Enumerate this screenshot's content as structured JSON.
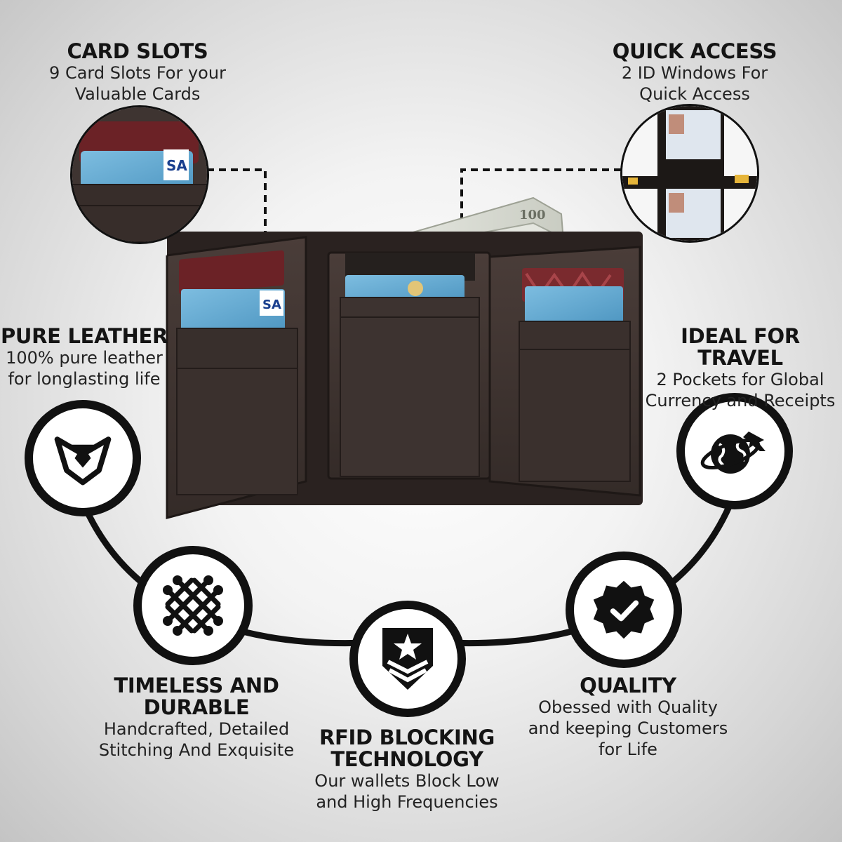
{
  "features": {
    "card_slots": {
      "title": "CARD SLOTS",
      "line1": "9 Card Slots For your",
      "line2": "Valuable Cards"
    },
    "quick_access": {
      "title": "QUICK ACCESS",
      "line1": "2 ID Windows For",
      "line2": "Quick Access"
    },
    "pure_leather": {
      "title": "PURE LEATHER",
      "line1": "100% pure leather",
      "line2": "for longlasting life"
    },
    "ideal_travel": {
      "title": "IDEAL FOR TRAVEL",
      "line1": "2 Pockets for Global",
      "line2": "Currency and Receipts"
    },
    "timeless": {
      "title1": "TIMELESS AND",
      "title2": "DURABLE",
      "line1": "Handcrafted, Detailed",
      "line2": "Stitching And Exquisite"
    },
    "rfid": {
      "title1": "RFID BLOCKING",
      "title2": "TECHNOLOGY",
      "line1": "Our wallets Block Low",
      "line2": "and High Frequencies"
    },
    "quality": {
      "title": "QUALITY",
      "line1": "Obessed with Quality",
      "line2": "and keeping Customers",
      "line3": "for Life"
    }
  },
  "icons": {
    "pure_leather": "leather-badge-icon",
    "ideal_travel": "globe-plane-icon",
    "timeless": "stitching-grid-icon",
    "rfid": "shield-star-icon",
    "quality": "check-seal-icon",
    "card_slots_photo": "card-slots-closeup",
    "quick_access_photo": "id-windows-closeup"
  },
  "colors": {
    "leather": "#3e3431",
    "leather_dark": "#2a2220",
    "ring": "#111111",
    "card_blue": "#5ea6cf",
    "card_red": "#7a2a2e",
    "banknote": "#d9dcd2"
  }
}
